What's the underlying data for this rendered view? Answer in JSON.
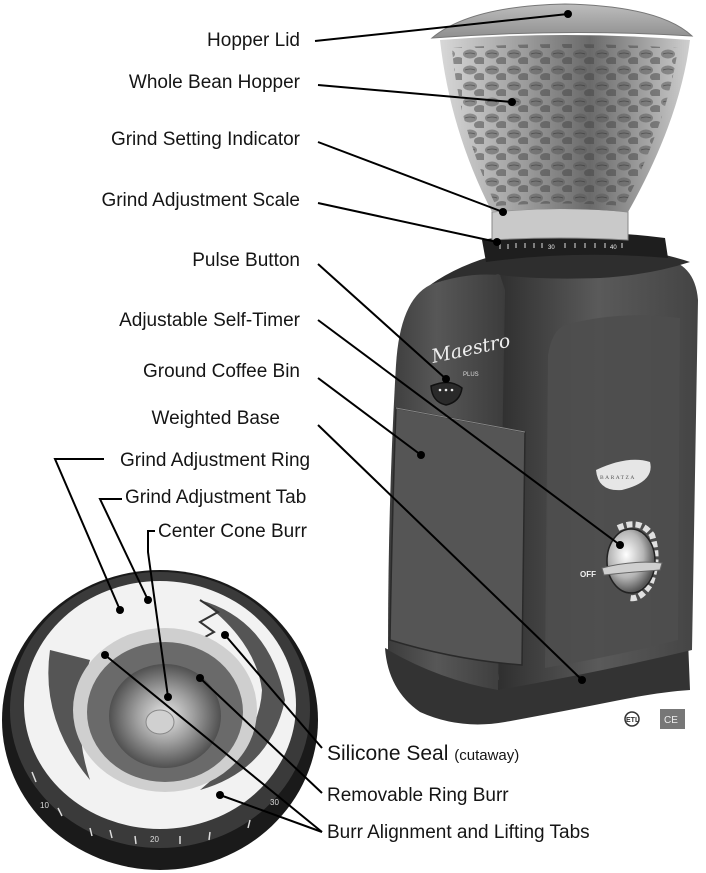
{
  "diagram": {
    "subject": "Baratza Maestro Plus coffee grinder",
    "brand_badge": "BARATZA",
    "model_logo": "Maestro",
    "model_logo_sub": "PLUS",
    "timer_off_label": "OFF",
    "hopper_scale_marks": [
      "30",
      "40"
    ],
    "ring_scale_marks": [
      "10",
      "20",
      "30"
    ],
    "certification_marks": [
      "ETL",
      "CE"
    ]
  },
  "callouts": {
    "hopper_lid": "Hopper Lid",
    "whole_bean_hopper": "Whole Bean Hopper",
    "grind_setting_indicator": "Grind Setting Indicator",
    "grind_adjustment_scale": "Grind Adjustment Scale",
    "pulse_button": "Pulse Button",
    "adjustable_self_timer": "Adjustable Self-Timer",
    "ground_coffee_bin": "Ground Coffee Bin",
    "weighted_base": "Weighted Base",
    "grind_adjustment_ring": "Grind Adjustment Ring",
    "grind_adjustment_tab": "Grind Adjustment Tab",
    "center_cone_burr": "Center Cone Burr",
    "silicone_seal": "Silicone Seal",
    "silicone_seal_note": "(cutaway)",
    "removable_ring_burr": "Removable Ring Burr",
    "burr_alignment_tabs": "Burr Alignment and Lifting Tabs"
  },
  "colors": {
    "body": "#4a4a4a",
    "body_dark": "#2e2e2e",
    "line": "#000000",
    "background": "#ffffff"
  }
}
